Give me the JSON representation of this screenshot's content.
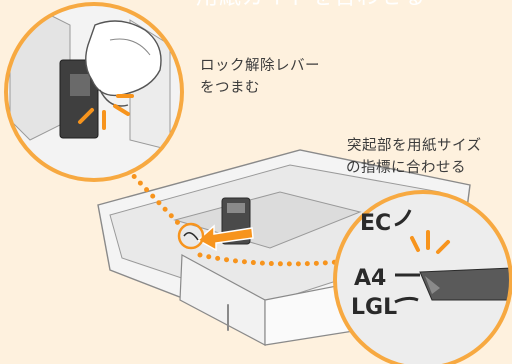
{
  "header": {
    "title": "用紙ガイドを合わせる"
  },
  "callouts": {
    "lock_line1": "ロック解除レバー",
    "lock_line2": "をつまむ",
    "slot_line1": "突起部を用紙サイズ",
    "slot_line2": "の指標に合わせる"
  },
  "size_marks": {
    "lec": "EC",
    "a4": "A4",
    "lgl": "LGL"
  },
  "icons": [
    "pinch-hand-icon",
    "burst-icon",
    "arrow-icon",
    "hand-icon"
  ],
  "colors": {
    "background": "#fef1de",
    "accent_orange": "#f7941d",
    "red": "#e3402b",
    "circle_border": "#f7a941"
  }
}
